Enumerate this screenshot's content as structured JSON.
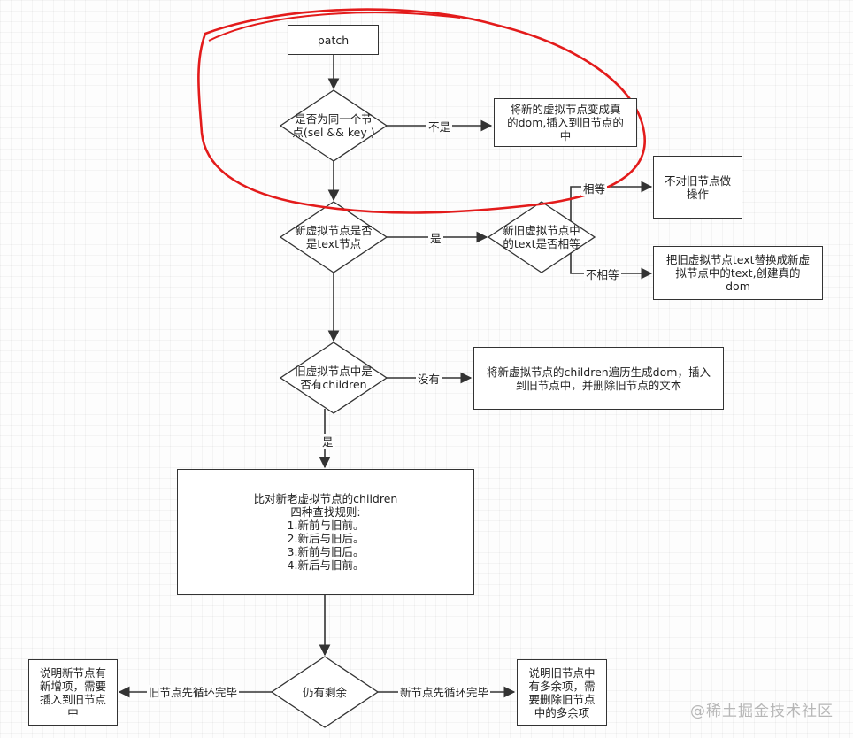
{
  "nodes": {
    "patch": "patch",
    "same_node_q": "是否为同一个节\n点(sel && key )",
    "create_insert": "将新的虚拟节点变成真\n的dom,插入到旧节点的\n中",
    "text_q": "新虚拟节点是否\n是text节点",
    "text_equal_q": "新旧虚拟节点中\n的text是否相等",
    "no_op": "不对旧节点做\n操作",
    "replace_text": "把旧虚拟节点text替换成新虚\n拟节点中的text,创建真的\ndom",
    "children_q": "旧虚拟节点中是\n否有children",
    "traverse_children": "将新虚拟节点的children遍历生成dom，插入\n到旧节点中，并删除旧节点的文本",
    "compare_children": "比对新老虚拟节点的children\n四种查找规则:\n1.新前与旧前。\n2.新后与旧后。\n3.新前与旧后。\n4.新后与旧前。",
    "remaining_q": "仍有剩余",
    "new_items": "说明新节点有\n新增项，需要\n插入到旧节点\n中",
    "extra_items": "说明旧节点中\n有多余项，需\n要删除旧节点\n中的多余项"
  },
  "edge_labels": {
    "not_same": "不是",
    "is_text": "是",
    "equal": "相等",
    "not_equal": "不相等",
    "no_children": "没有",
    "has_children": "是",
    "old_first": "旧节点先循环完毕",
    "new_first": "新节点先循环完毕"
  },
  "watermark": "@稀土掘金技术社区",
  "colors": {
    "line": "#333333",
    "annotation": "#e31b1b"
  }
}
